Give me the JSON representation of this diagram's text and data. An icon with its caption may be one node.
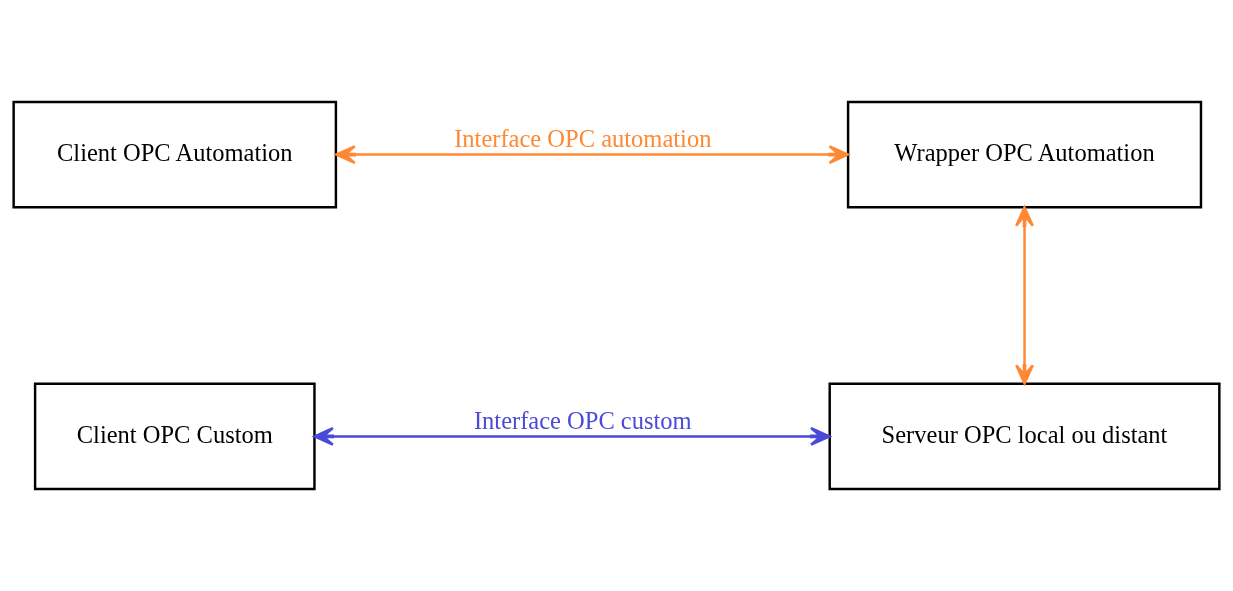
{
  "diagram": {
    "nodes": [
      {
        "text": [
          "Client OPC Automation"
        ]
      },
      {
        "text": [
          "Wrapper OPC Automation"
        ]
      },
      {
        "text": [
          "Client OPC Custom"
        ]
      },
      {
        "text": [
          "Serveur OPC local ou distant"
        ]
      }
    ],
    "edges": [
      {
        "from": 0,
        "to": 1,
        "arrow": "both",
        "label": "Interface OPC automation",
        "color": "#ff8833"
      },
      {
        "from": 1,
        "to": 3,
        "arrow": "both",
        "color": "#ff8833"
      },
      {
        "from": 2,
        "to": 3,
        "arrow": "both",
        "label": "Interface OPC custom",
        "color": "#4a4ad8"
      }
    ]
  }
}
